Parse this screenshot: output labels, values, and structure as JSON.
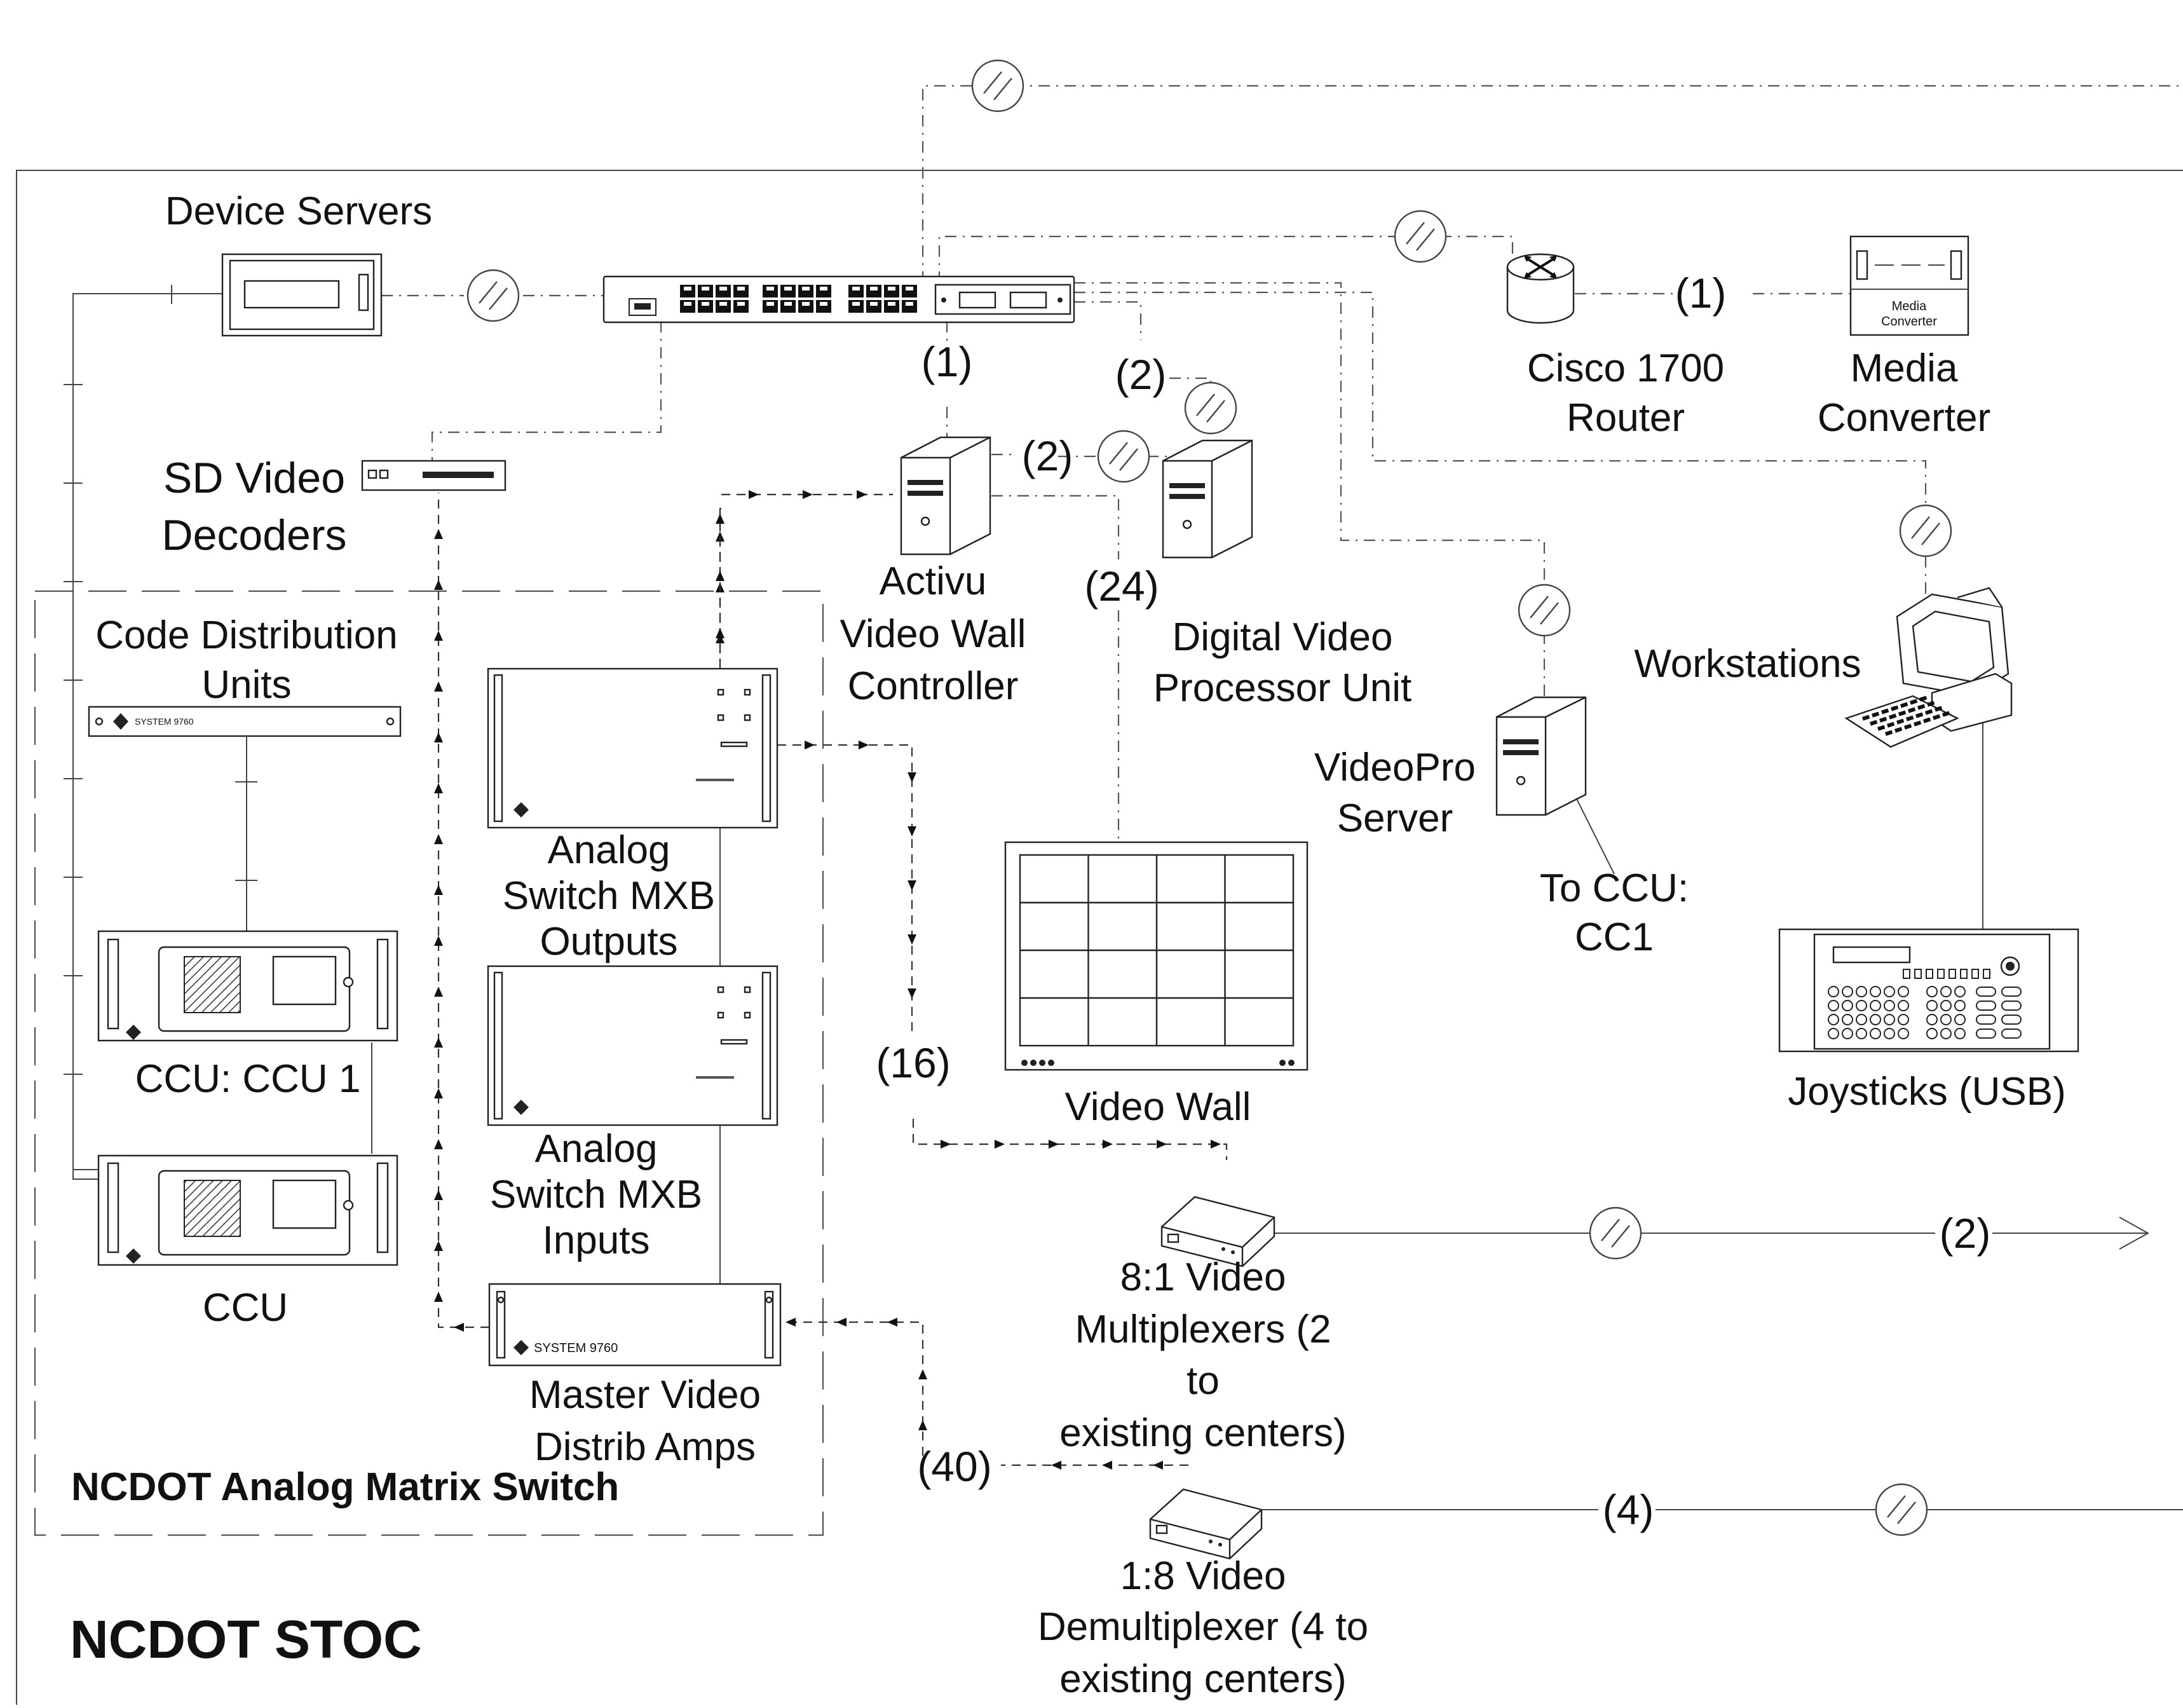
{
  "title": "NCDOT STOC",
  "enclosure_label": "NCDOT Analog Matrix Switch",
  "devices": {
    "device_servers": "Device Servers",
    "sd_video_decoders": [
      "SD Video",
      "Decoders"
    ],
    "code_distribution_units": [
      "Code Distribution",
      "Units"
    ],
    "ccu_1": "CCU: CCU 1",
    "ccu": "CCU",
    "analog_outputs": [
      "Analog",
      "Switch MXB",
      "Outputs"
    ],
    "analog_inputs": [
      "Analog",
      "Switch MXB",
      "Inputs"
    ],
    "master_amps": [
      "Master Video",
      "Distrib Amps"
    ],
    "activu": [
      "Activu",
      "Video Wall",
      "Controller"
    ],
    "dvpu": [
      "Digital Video",
      "Processor Unit"
    ],
    "video_wall": "Video Wall",
    "videopro": [
      "VideoPro",
      "Server"
    ],
    "to_ccu": [
      "To CCU:",
      "CC1"
    ],
    "router": [
      "Cisco 1700",
      "Router"
    ],
    "media_converter": [
      "Media",
      "Converter"
    ],
    "media_converter_inner": [
      "Media",
      "Converter"
    ],
    "workstations": "Workstations",
    "joysticks": "Joysticks (USB)",
    "mux": [
      "8:1 Video",
      "Multiplexers (2",
      "to",
      "existing centers)"
    ],
    "demux": [
      "1:8 Video",
      "Demultiplexer (4 to",
      "existing centers)"
    ],
    "rack_brand": "SYSTEM 9760"
  },
  "counts": {
    "router_link": "(1)",
    "switch_down": "(1)",
    "dvpu_top": "(2)",
    "activu_dvpu": "(2)",
    "wall_feed": "(24)",
    "outputs_feed": "(16)",
    "mux_out": "(2)",
    "demux_in": "(40)",
    "demux_out": "(4)"
  }
}
